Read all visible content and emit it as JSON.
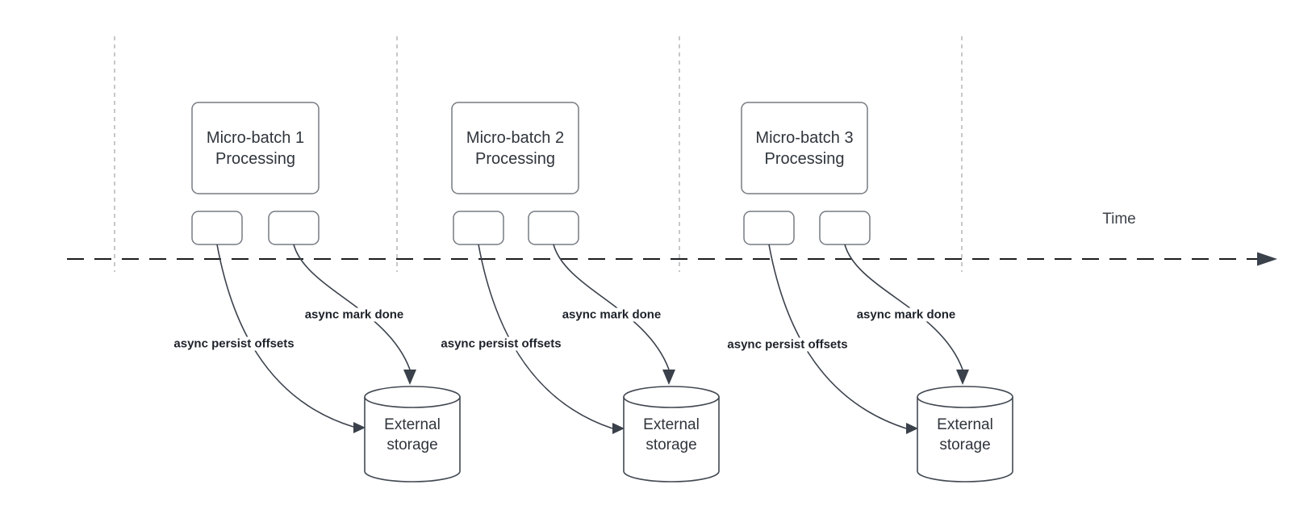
{
  "timeline": {
    "label": "Time"
  },
  "sections": [
    {
      "title": "Micro-batch 1 Processing",
      "persist_label": "async persist offsets",
      "mark_label": "async mark done",
      "storage_label": "External storage"
    },
    {
      "title": "Micro-batch 2 Processing",
      "persist_label": "async persist offsets",
      "mark_label": "async mark done",
      "storage_label": "External storage"
    },
    {
      "title": "Micro-batch 3 Processing",
      "persist_label": "async persist offsets",
      "mark_label": "async mark done",
      "storage_label": "External storage"
    }
  ],
  "colors": {
    "background": "#ffffff",
    "arrow_line": "#3a414b",
    "box_border": "#767b82",
    "cylinder_border": "#424952",
    "timeline_line": "#1c1d1f",
    "guide_line": "#b4b6b8",
    "title_text": "#2f353c",
    "bold_label_text": "#1d222a"
  }
}
